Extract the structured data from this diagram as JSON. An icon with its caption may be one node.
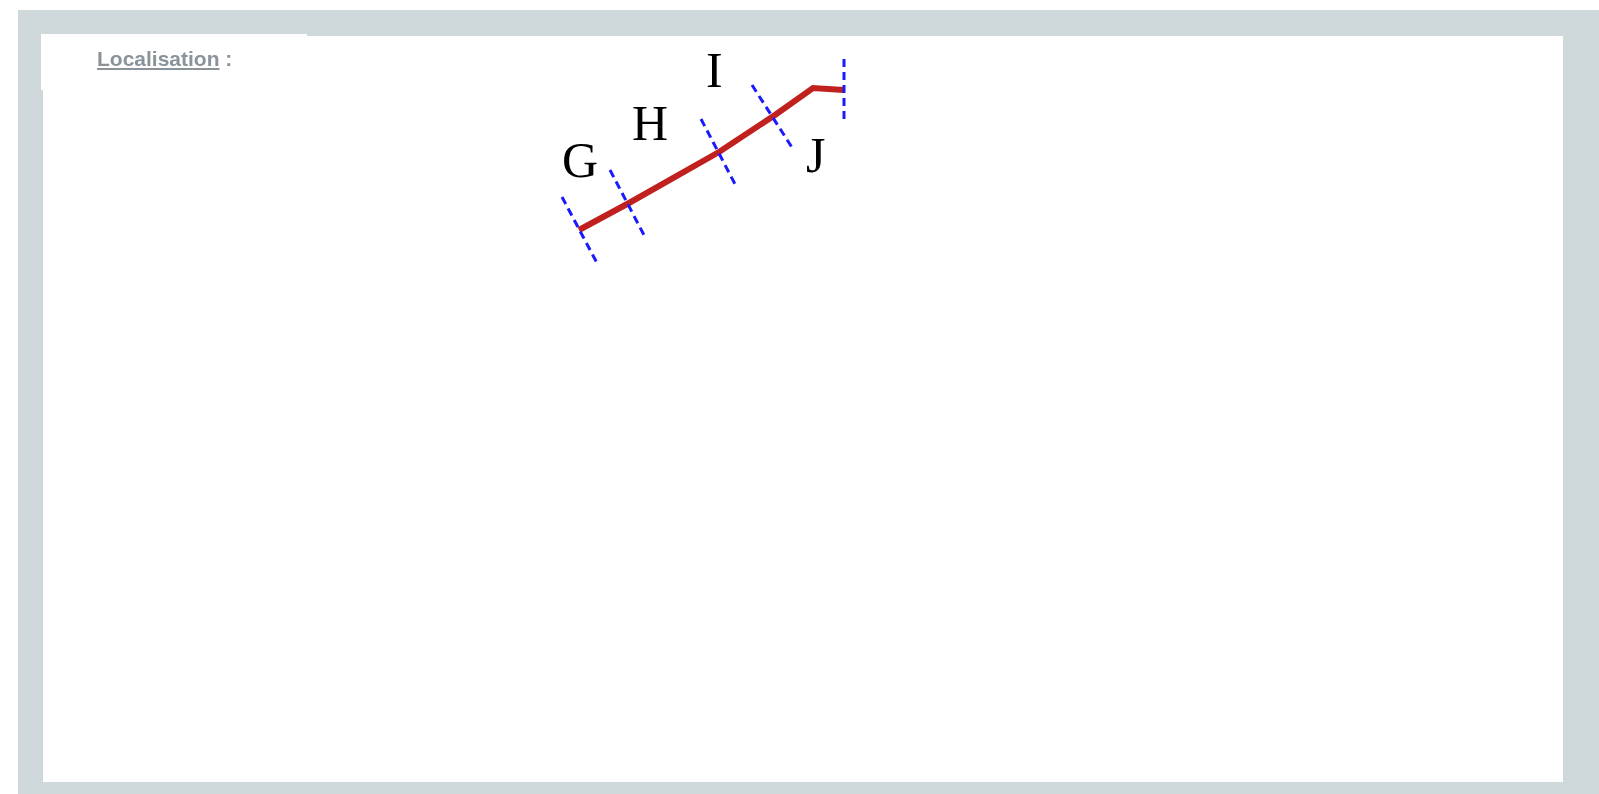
{
  "diagram": {
    "labels": [
      "Localisation :",
      "G",
      "H",
      "I",
      "J"
    ]
  }
}
